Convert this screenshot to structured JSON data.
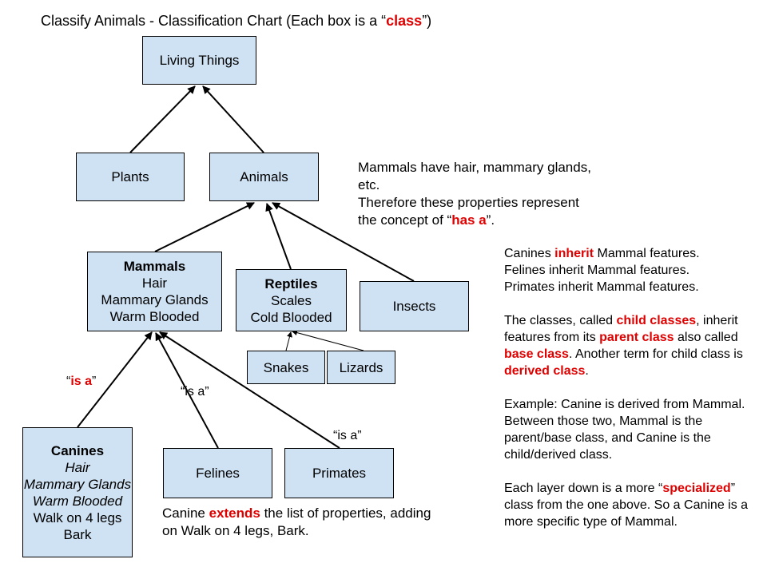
{
  "title": {
    "prefix": "Classify Animals - Classification Chart (Each box is a “",
    "highlight": "class",
    "suffix": "”)"
  },
  "boxes": {
    "living_things": "Living Things",
    "plants": "Plants",
    "animals": "Animals",
    "mammals": {
      "name": "Mammals",
      "props": [
        "Hair",
        "Mammary Glands",
        "Warm Blooded"
      ]
    },
    "reptiles": {
      "name": "Reptiles",
      "props": [
        "Scales",
        "Cold Blooded"
      ]
    },
    "insects": "Insects",
    "snakes": "Snakes",
    "lizards": "Lizards",
    "canines": {
      "name": "Canines",
      "inherited": [
        "Hair",
        "Mammary Glands",
        "Warm Blooded"
      ],
      "own": [
        "Walk on 4 legs",
        "Bark"
      ]
    },
    "felines": "Felines",
    "primates": "Primates"
  },
  "labels": {
    "canine_is_a": {
      "open": "“",
      "highlight": "is a",
      "close": "”"
    },
    "feline_is_a": "“is a”",
    "primate_is_a": "“is a”"
  },
  "notes": {
    "has_a": {
      "line1": "Mammals have hair, mammary glands,",
      "line2": "etc.",
      "line3": "Therefore these properties represent",
      "line4_prefix": "the concept of “",
      "line4_highlight": "has a",
      "line4_suffix": "”."
    },
    "extends": {
      "prefix": "Canine ",
      "highlight": "extends",
      "line1_suffix": " the list of properties, adding",
      "line2": "on Walk on 4 legs, Bark."
    },
    "inherit": {
      "line1_prefix": "Canines ",
      "line1_highlight": "inherit",
      "line1_suffix": " Mammal features.",
      "line2": "Felines inherit Mammal features.",
      "line3": "Primates inherit Mammal features."
    },
    "classes": {
      "t1": "The classes, called ",
      "h1": "child classes",
      "t2": ", inherit features from its ",
      "h2": "parent class",
      "t3": " also called ",
      "h3": "base class",
      "t4": ". Another term for child class is ",
      "h4": "derived class",
      "t5": "."
    },
    "example": "Example: Canine is derived from Mammal. Between those two, Mammal is the parent/base class, and Canine is the child/derived class.",
    "specialized": {
      "t1": "Each layer down is a more “",
      "h1": "specialized",
      "t2": "” class from the one above. So a Canine is a more specific type of Mammal."
    }
  }
}
